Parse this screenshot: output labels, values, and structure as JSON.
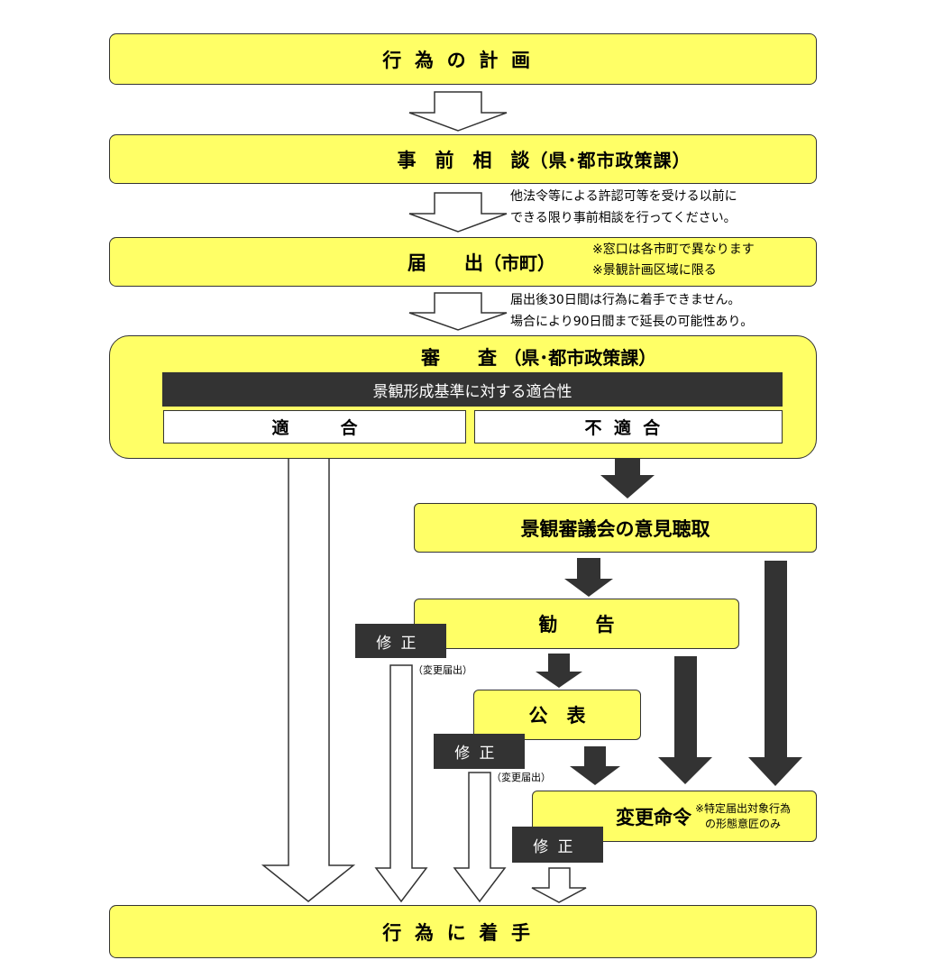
{
  "boxes": {
    "plan": "行為の計画",
    "consult_main": "事　前　相　談",
    "consult_dept": "（県･都市政策課）",
    "notify_main": "届　　出",
    "notify_sub": "（市町）",
    "review_main": "審　　査",
    "review_dept": "（県･都市政策課）",
    "criteria": "景観形成基準に対する適合性",
    "compliant": "適　　　合",
    "noncompliant": "不適合",
    "council": "景観審議会の意見聴取",
    "advice": "勧　　告",
    "publish": "公　表",
    "order": "変更命令",
    "order_note": [
      "※特定届出対象行為",
      "の形態意匠のみ"
    ],
    "start": "行為に着手"
  },
  "notes": {
    "consult": [
      "他法令等による許認可等を受ける以前に",
      "できる限り事前相談を行ってください。"
    ],
    "notify": [
      "※窓口は各市町で異なります",
      "※景観計画区域に限る"
    ],
    "wait": [
      "届出後30日間は行為に着手できません。",
      "場合により90日間まで延長の可能性あり。"
    ]
  },
  "fixes": {
    "label": "修正",
    "change_notice": "（変更届出）"
  }
}
